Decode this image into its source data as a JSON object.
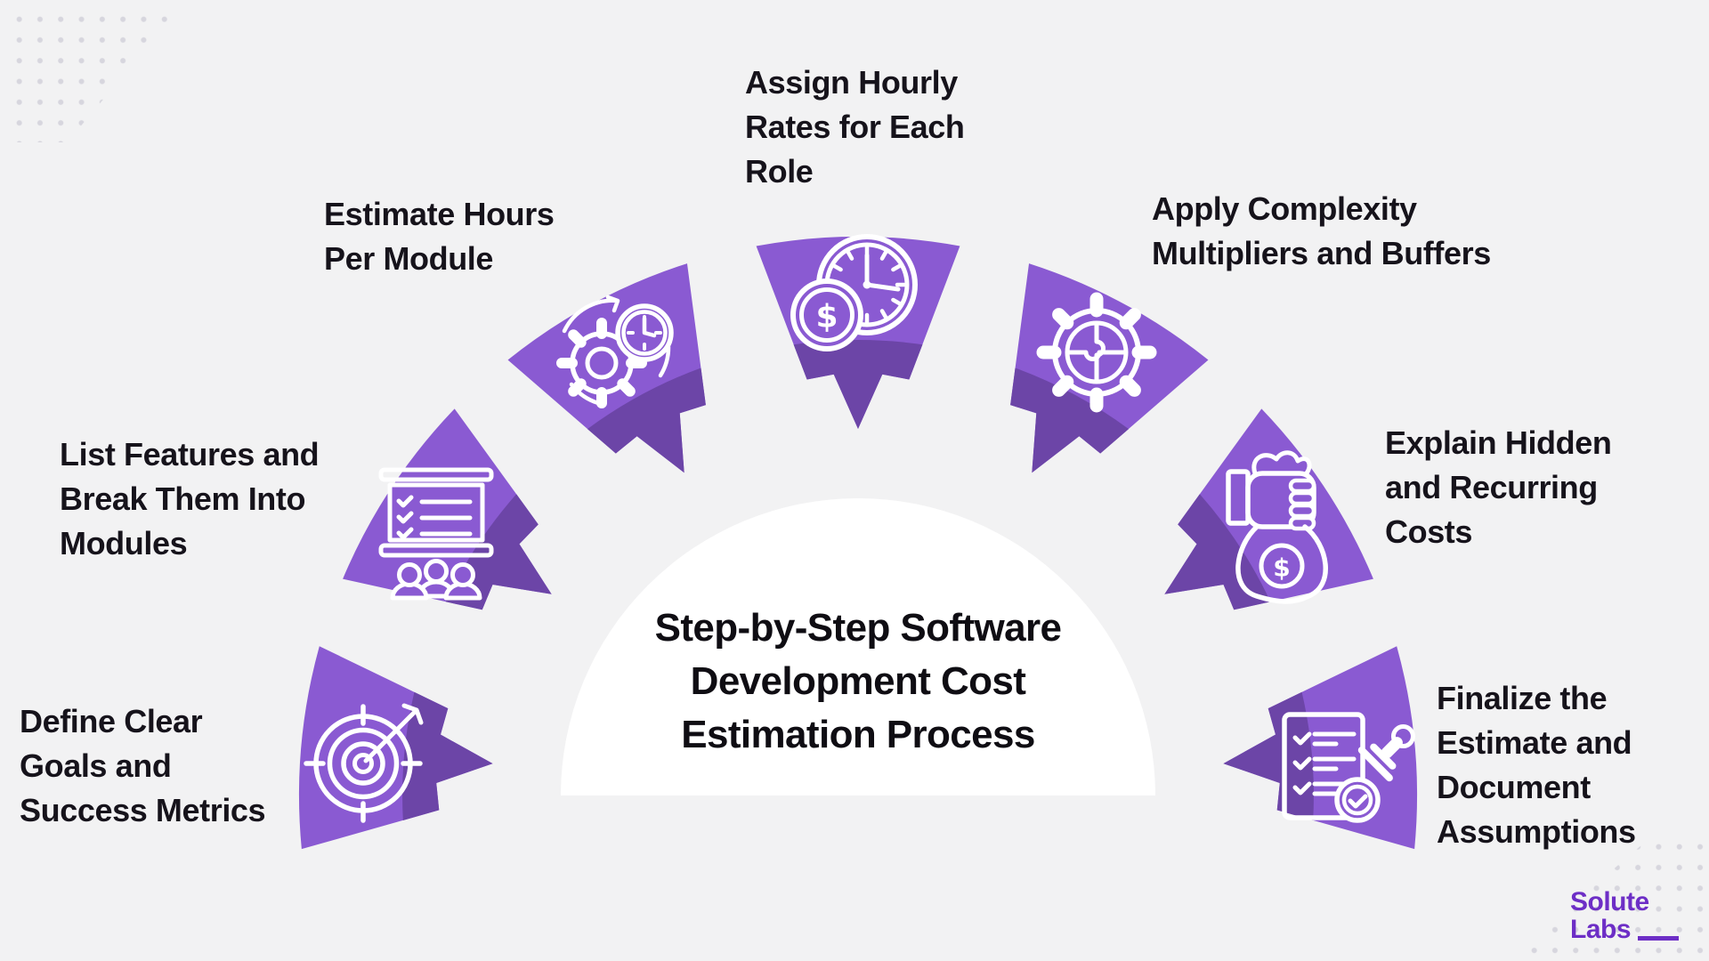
{
  "title": {
    "lines": [
      "Step-by-Step Software",
      "Development Cost",
      "Estimation Process"
    ]
  },
  "steps": [
    {
      "id": 1,
      "label": "Define Clear Goals and Success Metrics",
      "lines": [
        "Define Clear",
        "Goals and",
        "Success Metrics"
      ],
      "icon": "target-arrow-icon"
    },
    {
      "id": 2,
      "label": "List Features and Break Them Into Modules",
      "lines": [
        "List Features and",
        "Break Them Into",
        "Modules"
      ],
      "icon": "presentation-checklist-icon"
    },
    {
      "id": 3,
      "label": "Estimate Hours Per Module",
      "lines": [
        "Estimate Hours",
        "Per Module"
      ],
      "icon": "gear-clock-icon"
    },
    {
      "id": 4,
      "label": "Assign Hourly Rates for Each Role",
      "lines": [
        "Assign Hourly",
        "Rates for Each",
        "Role"
      ],
      "icon": "clock-dollar-icon"
    },
    {
      "id": 5,
      "label": "Apply Complexity Multipliers and Buffers",
      "lines": [
        "Apply Complexity",
        "Multipliers and Buffers"
      ],
      "icon": "gear-puzzle-icon"
    },
    {
      "id": 6,
      "label": "Explain Hidden and Recurring Costs",
      "lines": [
        "Explain Hidden",
        "and Recurring",
        "Costs"
      ],
      "icon": "money-bag-icon"
    },
    {
      "id": 7,
      "label": "Finalize the Estimate and Document Assumptions",
      "lines": [
        "Finalize the",
        "Estimate and",
        "Document",
        "Assumptions"
      ],
      "icon": "checklist-stamp-icon"
    }
  ],
  "currency_symbol": "$",
  "logo": {
    "line1": "Solute",
    "line2": "Labs"
  },
  "colors": {
    "background": "#F2F2F3",
    "petal_light": "#8A5AD2",
    "petal_dark": "#6C45A7",
    "dome": "#FFFFFF",
    "icon_stroke": "#FFFFFF",
    "text": "#16131B",
    "logo": "#6D2EC6",
    "dots": "#D7D6DE"
  }
}
